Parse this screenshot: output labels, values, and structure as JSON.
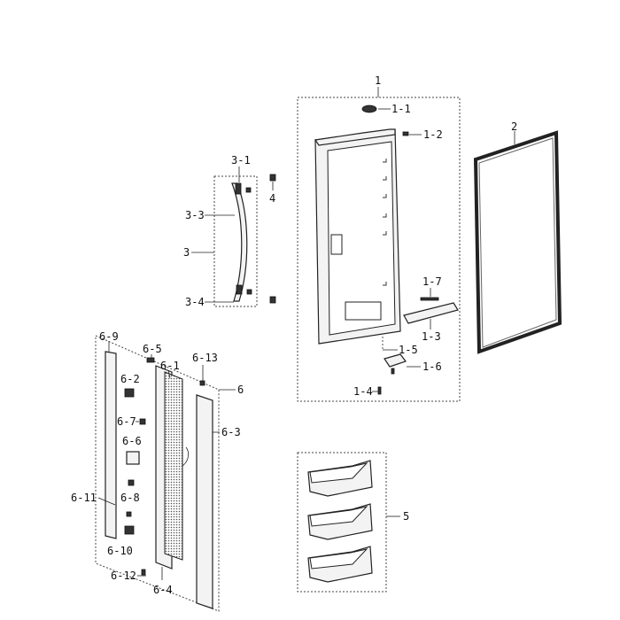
{
  "labels": {
    "l1": "1",
    "l1_1": "1-1",
    "l1_2": "1-2",
    "l1_3": "1-3",
    "l1_4": "1-4",
    "l1_5": "1-5",
    "l1_6": "1-6",
    "l1_7": "1-7",
    "l2": "2",
    "l3": "3",
    "l3_1": "3-1",
    "l3_3": "3-3",
    "l3_4": "3-4",
    "l4": "4",
    "l5": "5",
    "l6": "6",
    "l6_1": "6-1",
    "l6_2": "6-2",
    "l6_3": "6-3",
    "l6_4": "6-4",
    "l6_5": "6-5",
    "l6_6": "6-6",
    "l6_7": "6-7",
    "l6_8": "6-8",
    "l6_9": "6-9",
    "l6_10": "6-10",
    "l6_11": "6-11",
    "l6_12": "6-12",
    "l6_13": "6-13"
  }
}
